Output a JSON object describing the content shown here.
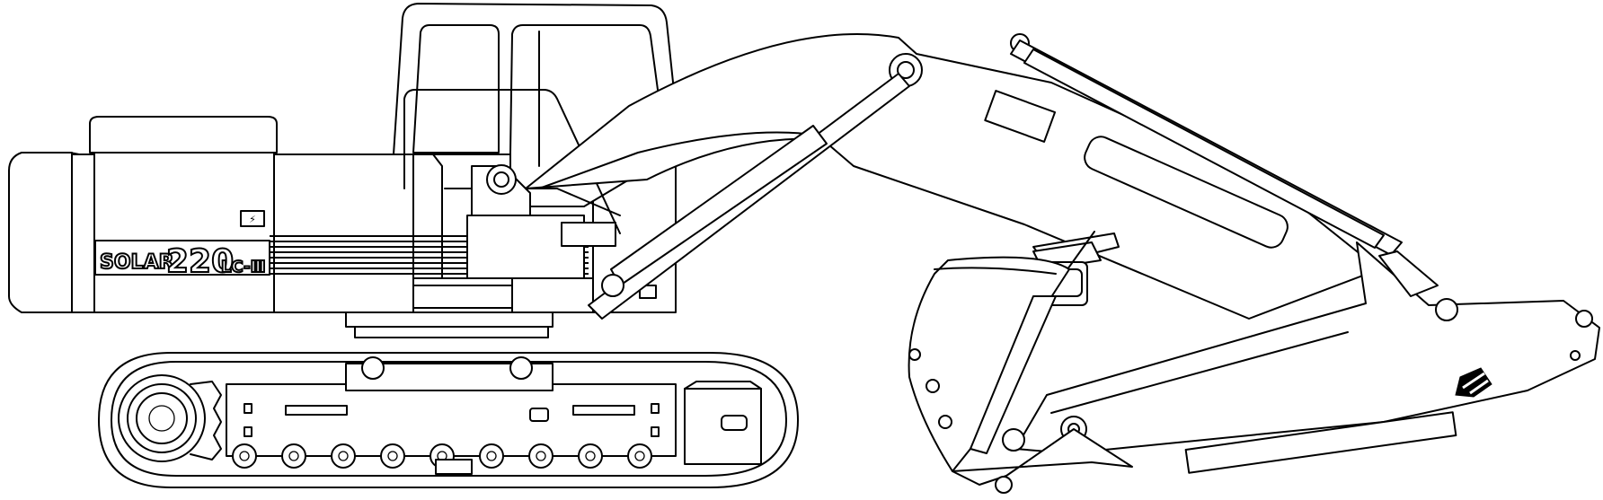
{
  "decal": {
    "series": "SOLAR",
    "model_number": "220",
    "suffix": "LC-Ⅲ"
  }
}
